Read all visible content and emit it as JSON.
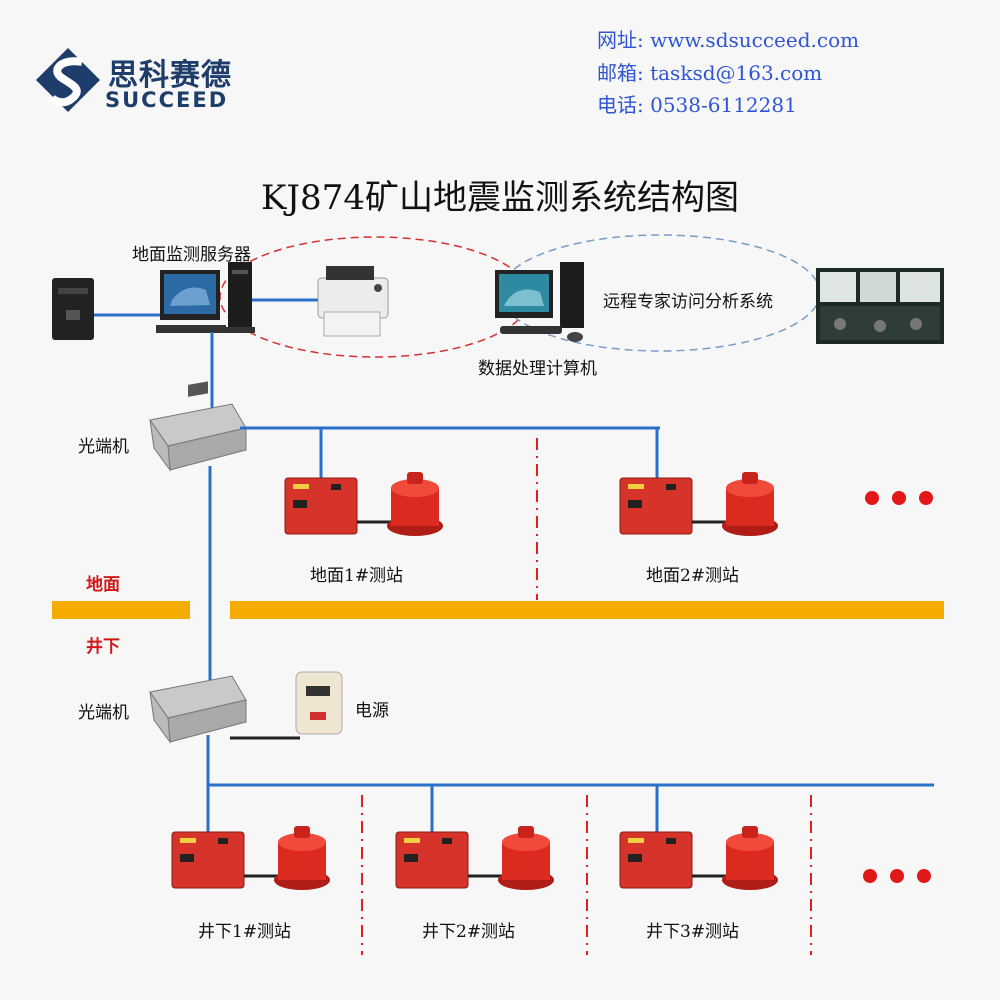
{
  "header": {
    "logo_cn": "思科赛德",
    "logo_en": "SUCCEED",
    "website": "网址: www.sdsucceed.com",
    "email": "邮箱: tasksd@163.com",
    "phone": "电话: 0538-6112281"
  },
  "diagram": {
    "title": "KJ874矿山地震监测系统结构图",
    "server_label": "地面监测服务器",
    "data_pc_label": "数据处理计算机",
    "remote_label": "远程专家访问分析系统",
    "optical_top_label": "光端机",
    "optical_bottom_label": "光端机",
    "power_label": "电源",
    "surface_label": "地面",
    "underground_label": "井下",
    "surface_stations": [
      "地面1#测站",
      "地面2#测站"
    ],
    "underground_stations": [
      "井下1#测站",
      "井下2#测站",
      "井下3#测站"
    ],
    "more_marker": "●●●"
  },
  "colors": {
    "blue_line": "#2a70c8",
    "ground_bar": "#f4ac00",
    "station_red": "#d6342a",
    "dash_red": "#e02020",
    "contact_text": "#2f55d4",
    "logo": "#1f3d6b"
  }
}
